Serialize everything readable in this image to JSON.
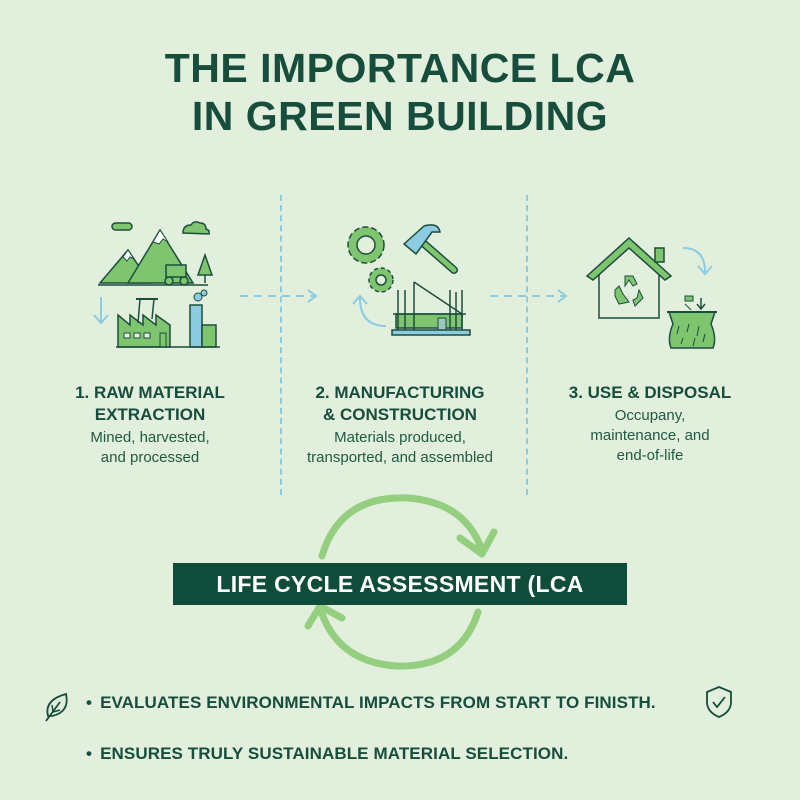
{
  "title": {
    "line1": "THE IMPORTANCE LCA",
    "line2": "IN GREEN BUILDING"
  },
  "steps": [
    {
      "title_line1": "1. RAW MATERIAL",
      "title_line2": "EXTRACTION",
      "desc_line1": "Mined, harvested,",
      "desc_line2": "and processed",
      "icon": "mountain-factory-icon"
    },
    {
      "title_line1": "2. MANUFACTURING",
      "title_line2": "& CONSTRUCTION",
      "desc_line1": "Materials produced,",
      "desc_line2": "transported, and assembled",
      "icon": "gears-hammer-construction-icon"
    },
    {
      "title_line1": "3. USE & DISPOSAL",
      "title_line2": "",
      "desc_line1": "Occupany,",
      "desc_line2": "maintenance, and",
      "desc_line3": "end-of-life",
      "icon": "house-recycle-disposal-icon"
    }
  ],
  "banner": {
    "label": "LIFE CYCLE ASSESSMENT (LCA"
  },
  "bullets": [
    {
      "text": "EVALUATES ENVIRONMENTAL IMPACTS FROM START TO FINISTH.",
      "icon_left": "leaf-icon",
      "icon_right": "shield-check-icon"
    },
    {
      "text": "ENSURES TRULY SUSTAINABLE MATERIAL SELECTION."
    }
  ],
  "colors": {
    "background": "#e1efdc",
    "text_dark_green": "#164d3c",
    "banner_bg": "#0f4d3a",
    "icon_green": "#7fc46f",
    "accent_blue": "#8ccbe0",
    "cycle_arrow": "#93cf7f"
  }
}
